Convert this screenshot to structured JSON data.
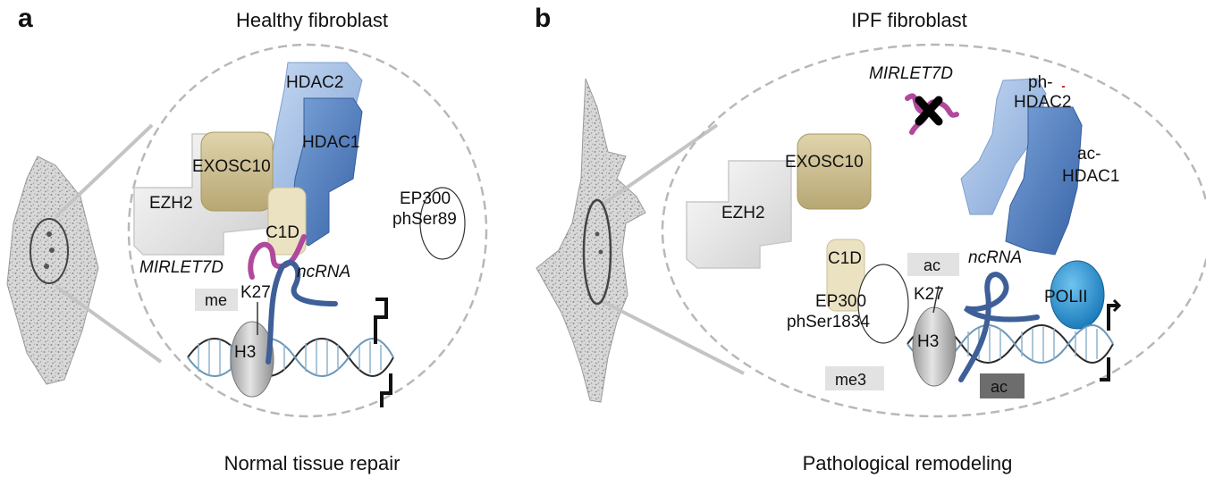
{
  "panel_a": {
    "letter": "a",
    "title": "Healthy fibroblast",
    "caption": "Normal tissue repair",
    "labels": {
      "hdac2": "HDAC2",
      "hdac1": "HDAC1",
      "exosc10": "EXOSC10",
      "ezh2": "EZH2",
      "c1d": "C1D",
      "ep300": "EP300",
      "ep300_mod": "phSer89",
      "mirlet7d": "MIRLET7D",
      "ncrna": "ncRNA",
      "me": "me",
      "k27": "K27",
      "h3": "H3"
    }
  },
  "panel_b": {
    "letter": "b",
    "title": "IPF fibroblast",
    "caption": "Pathological remodeling",
    "labels": {
      "mirlet7d": "MIRLET7D",
      "hdac2_mod": "ph-",
      "hdac2": "HDAC2",
      "hdac1_mod": "ac-",
      "hdac1": "HDAC1",
      "exosc10": "EXOSC10",
      "ezh2": "EZH2",
      "c1d": "C1D",
      "ac_top": "ac",
      "ncrna": "ncRNA",
      "polii": "POLII",
      "ep300": "EP300",
      "ep300_mod": "phSer1834",
      "k27": "K27",
      "h3": "H3",
      "me3": "me3",
      "ac_bottom": "ac"
    }
  },
  "colors": {
    "ezh2": "#e9e9e9",
    "exosc10": "#cdbf93",
    "hdac_light": "#9dbbe3",
    "hdac_dark": "#4f80c2",
    "c1d": "#ebe2c2",
    "mirna": "#b0499c",
    "ncrna": "#3e5f97",
    "polii": "#1f8fcf",
    "dna": "#6b97b8",
    "histone": "#c8c8c8",
    "mark_light": "#e2e2e2",
    "mark_dark": "#6d6d6d",
    "zoom_lines": "#bfbfbf",
    "dashed_circle": "#b8b8b8"
  }
}
